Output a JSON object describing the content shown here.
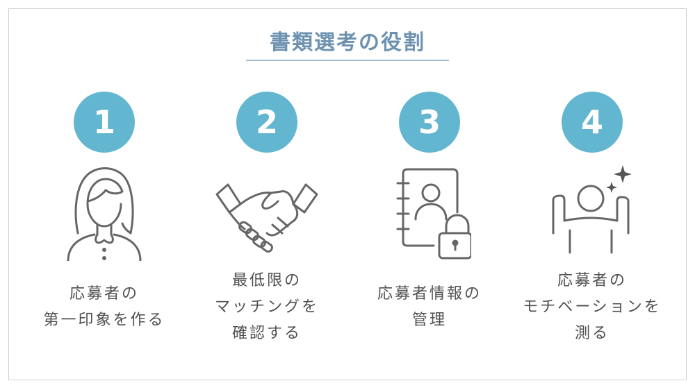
{
  "title": "書類選考の役割",
  "colors": {
    "accent": "#63b6cf",
    "title": "#6d92b0",
    "text": "#505050",
    "icon": "#666666"
  },
  "items": [
    {
      "number": "1",
      "icon": "woman-icon",
      "lines": [
        "応募者の",
        "第一印象を作る"
      ]
    },
    {
      "number": "2",
      "icon": "handshake-icon",
      "lines": [
        "最低限の",
        "マッチングを",
        "確認する"
      ]
    },
    {
      "number": "3",
      "icon": "address-book-lock-icon",
      "lines": [
        "応募者情報の",
        "管理"
      ]
    },
    {
      "number": "4",
      "icon": "motivated-person-icon",
      "lines": [
        "応募者の",
        "モチベーションを",
        "測る"
      ]
    }
  ]
}
